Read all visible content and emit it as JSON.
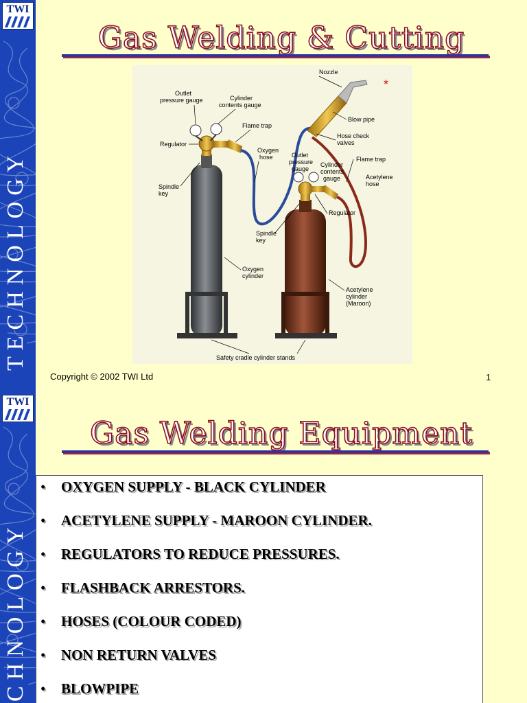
{
  "slides": [
    {
      "logo": "TWI",
      "sidebar_text": "TECHNOLOGY",
      "title": "Gas Welding & Cutting",
      "footer_copyright": "Copyright © 2002 TWI Ltd",
      "page_number": "1",
      "asterisk": "*",
      "diagram_labels": {
        "nozzle": "Nozzle",
        "outlet_gauge_1": "Outlet",
        "outlet_gauge_2": "pressure gauge",
        "cyl_gauge_1": "Cylinder",
        "cyl_gauge_2": "contents gauge",
        "blow_pipe": "Blow pipe",
        "flame_trap_1": "Flame trap",
        "hose_check_1": "Hose check",
        "hose_check_2": "valves",
        "regulator_1": "Regulator",
        "oxygen_hose_1": "Oxygen",
        "oxygen_hose_2": "hose",
        "outlet_gauge_b1": "Outlet",
        "outlet_gauge_b2": "pressure",
        "outlet_gauge_b3": "gauge",
        "cyl_gauge_b1": "Cylinder",
        "cyl_gauge_b2": "contents",
        "cyl_gauge_b3": "gauge",
        "flame_trap_2": "Flame trap",
        "acetylene_hose_1": "Acetylene",
        "acetylene_hose_2": "hose",
        "spindle_1a": "Spindle",
        "spindle_1b": "key",
        "regulator_2": "Regulator",
        "spindle_2a": "Spindle",
        "spindle_2b": "key",
        "oxygen_cyl_1": "Oxygen",
        "oxygen_cyl_2": "cylinder",
        "acetylene_cyl_1": "Acetylene",
        "acetylene_cyl_2": "cylinder",
        "acetylene_cyl_3": "(Maroon)",
        "safety_cradle": "Safety cradle cylinder stands"
      }
    },
    {
      "logo": "TWI",
      "sidebar_text": "CHNOLOGY",
      "title": "Gas Welding Equipment",
      "bullet_symbol": "•",
      "bullets": [
        "OXYGEN SUPPLY - BLACK CYLINDER",
        "ACETYLENE SUPPLY - MAROON CYLINDER.",
        "REGULATORS TO REDUCE PRESSURES.",
        "FLASHBACK ARRESTORS.",
        "HOSES (COLOUR CODED)",
        "NON RETURN VALVES",
        "BLOWPIPE"
      ]
    }
  ],
  "colors": {
    "sidebar": "#1a44b8",
    "background": "#ffffcc",
    "title_outline": "#8a1020",
    "oxygen_cylinder": "#55585c",
    "acetylene_cylinder": "#7a3520"
  }
}
